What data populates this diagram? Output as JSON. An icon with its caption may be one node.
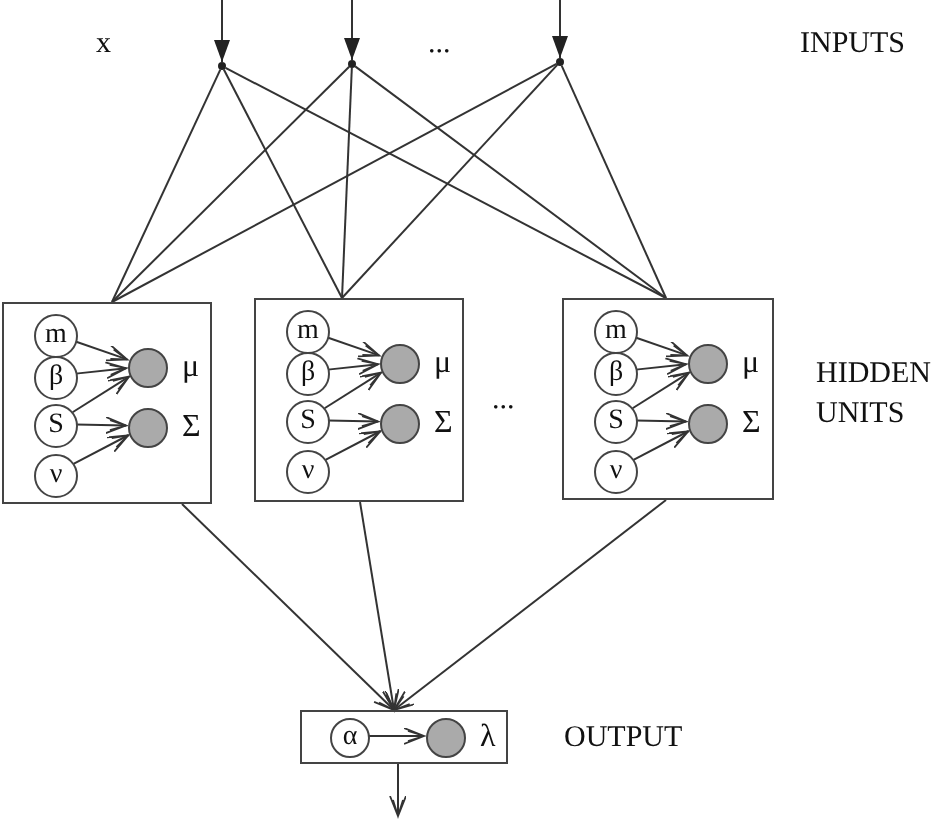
{
  "diagram": {
    "nodes": [
      {
        "text": [],
        "shape": "circle"
      },
      {
        "text": [],
        "shape": "circle"
      },
      {
        "text": [],
        "shape": "circle"
      },
      {
        "text": [],
        "shape": "box"
      },
      {
        "text": [
          "m"
        ],
        "in": 3
      },
      {
        "text": [
          "β"
        ],
        "in": 3
      },
      {
        "text": [
          "S"
        ],
        "in": 3
      },
      {
        "text": [
          "ν"
        ],
        "in": 3
      },
      {
        "text": [],
        "shape": "circle",
        "in": 3,
        "beside": [
          "μ"
        ]
      },
      {
        "text": [],
        "shape": "circle",
        "in": 3,
        "beside": [
          "Σ"
        ]
      },
      {
        "text": [],
        "shape": "box"
      },
      {
        "text": [
          "m"
        ],
        "in": 10
      },
      {
        "text": [
          "β"
        ],
        "in": 10
      },
      {
        "text": [
          "S"
        ],
        "in": 10
      },
      {
        "text": [
          "ν"
        ],
        "in": 10
      },
      {
        "text": [],
        "shape": "circle",
        "in": 10,
        "beside": [
          "μ"
        ]
      },
      {
        "text": [],
        "shape": "circle",
        "in": 10,
        "beside": [
          "Σ"
        ]
      },
      {
        "text": [],
        "shape": "box"
      },
      {
        "text": [
          "m"
        ],
        "in": 17
      },
      {
        "text": [
          "β"
        ],
        "in": 17
      },
      {
        "text": [
          "S"
        ],
        "in": 17
      },
      {
        "text": [
          "ν"
        ],
        "in": 17
      },
      {
        "text": [],
        "shape": "circle",
        "in": 17,
        "beside": [
          "μ"
        ]
      },
      {
        "text": [],
        "shape": "circle",
        "in": 17,
        "beside": [
          "Σ"
        ]
      },
      {
        "text": [],
        "shape": "box"
      },
      {
        "text": [
          "α"
        ],
        "in": 24
      },
      {
        "text": [],
        "shape": "circle",
        "in": 24,
        "beside": [
          "λ"
        ]
      }
    ],
    "edges": [
      {
        "from": null,
        "to": 0,
        "arrow": "to"
      },
      {
        "from": null,
        "to": 1,
        "arrow": "to"
      },
      {
        "from": null,
        "to": 2,
        "arrow": "to"
      },
      {
        "from": 0,
        "to": 3,
        "arrow": "none"
      },
      {
        "from": 0,
        "to": 10,
        "arrow": "none"
      },
      {
        "from": 0,
        "to": 17,
        "arrow": "none"
      },
      {
        "from": 1,
        "to": 3,
        "arrow": "none"
      },
      {
        "from": 1,
        "to": 10,
        "arrow": "none"
      },
      {
        "from": 1,
        "to": 17,
        "arrow": "none"
      },
      {
        "from": 2,
        "to": 3,
        "arrow": "none"
      },
      {
        "from": 2,
        "to": 10,
        "arrow": "none"
      },
      {
        "from": 2,
        "to": 17,
        "arrow": "none"
      },
      {
        "from": 4,
        "to": 8,
        "arrow": "to"
      },
      {
        "from": 5,
        "to": 8,
        "arrow": "to"
      },
      {
        "from": 6,
        "to": 8,
        "arrow": "to"
      },
      {
        "from": 6,
        "to": 9,
        "arrow": "to"
      },
      {
        "from": 7,
        "to": 9,
        "arrow": "to"
      },
      {
        "from": 11,
        "to": 15,
        "arrow": "to"
      },
      {
        "from": 12,
        "to": 15,
        "arrow": "to"
      },
      {
        "from": 13,
        "to": 15,
        "arrow": "to"
      },
      {
        "from": 13,
        "to": 16,
        "arrow": "to"
      },
      {
        "from": 14,
        "to": 16,
        "arrow": "to"
      },
      {
        "from": 18,
        "to": 22,
        "arrow": "to"
      },
      {
        "from": 19,
        "to": 22,
        "arrow": "to"
      },
      {
        "from": 20,
        "to": 22,
        "arrow": "to"
      },
      {
        "from": 20,
        "to": 23,
        "arrow": "to"
      },
      {
        "from": 21,
        "to": 23,
        "arrow": "to"
      },
      {
        "from": 3,
        "to": 24,
        "arrow": "to"
      },
      {
        "from": 10,
        "to": 24,
        "arrow": "to"
      },
      {
        "from": 17,
        "to": 24,
        "arrow": "to"
      },
      {
        "from": 25,
        "to": 26,
        "arrow": "to"
      },
      {
        "from": 24,
        "to": null,
        "arrow": "to"
      }
    ],
    "labels": [
      "x",
      "...",
      "INPUTS",
      "...",
      "HIDDEN UNITS",
      "OUTPUT"
    ]
  }
}
